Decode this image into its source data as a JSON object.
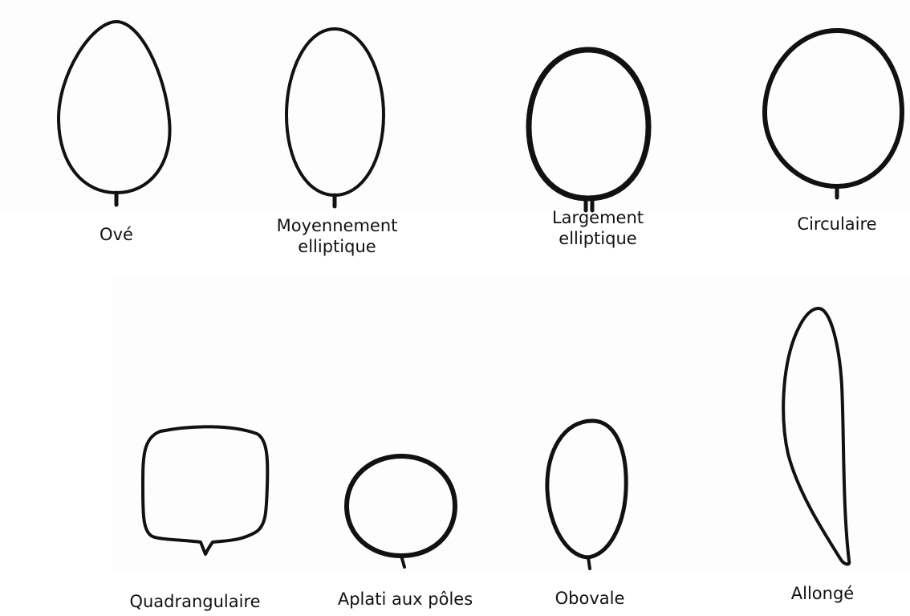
{
  "shapes": [
    {
      "id": "ove",
      "lines": [
        "Ové"
      ]
    },
    {
      "id": "moyennement-elliptique",
      "lines": [
        "Moyennement",
        "elliptique"
      ]
    },
    {
      "id": "largement-elliptique",
      "lines": [
        "Largement",
        "elliptique"
      ]
    },
    {
      "id": "circulaire",
      "lines": [
        "Circulaire"
      ]
    },
    {
      "id": "quadrangulaire",
      "lines": [
        "Quadrangulaire"
      ]
    },
    {
      "id": "aplati-aux-poles",
      "lines": [
        "Aplati aux pôles"
      ]
    },
    {
      "id": "obovale",
      "lines": [
        "Obovale"
      ]
    },
    {
      "id": "allonge",
      "lines": [
        "Allongé"
      ]
    }
  ]
}
